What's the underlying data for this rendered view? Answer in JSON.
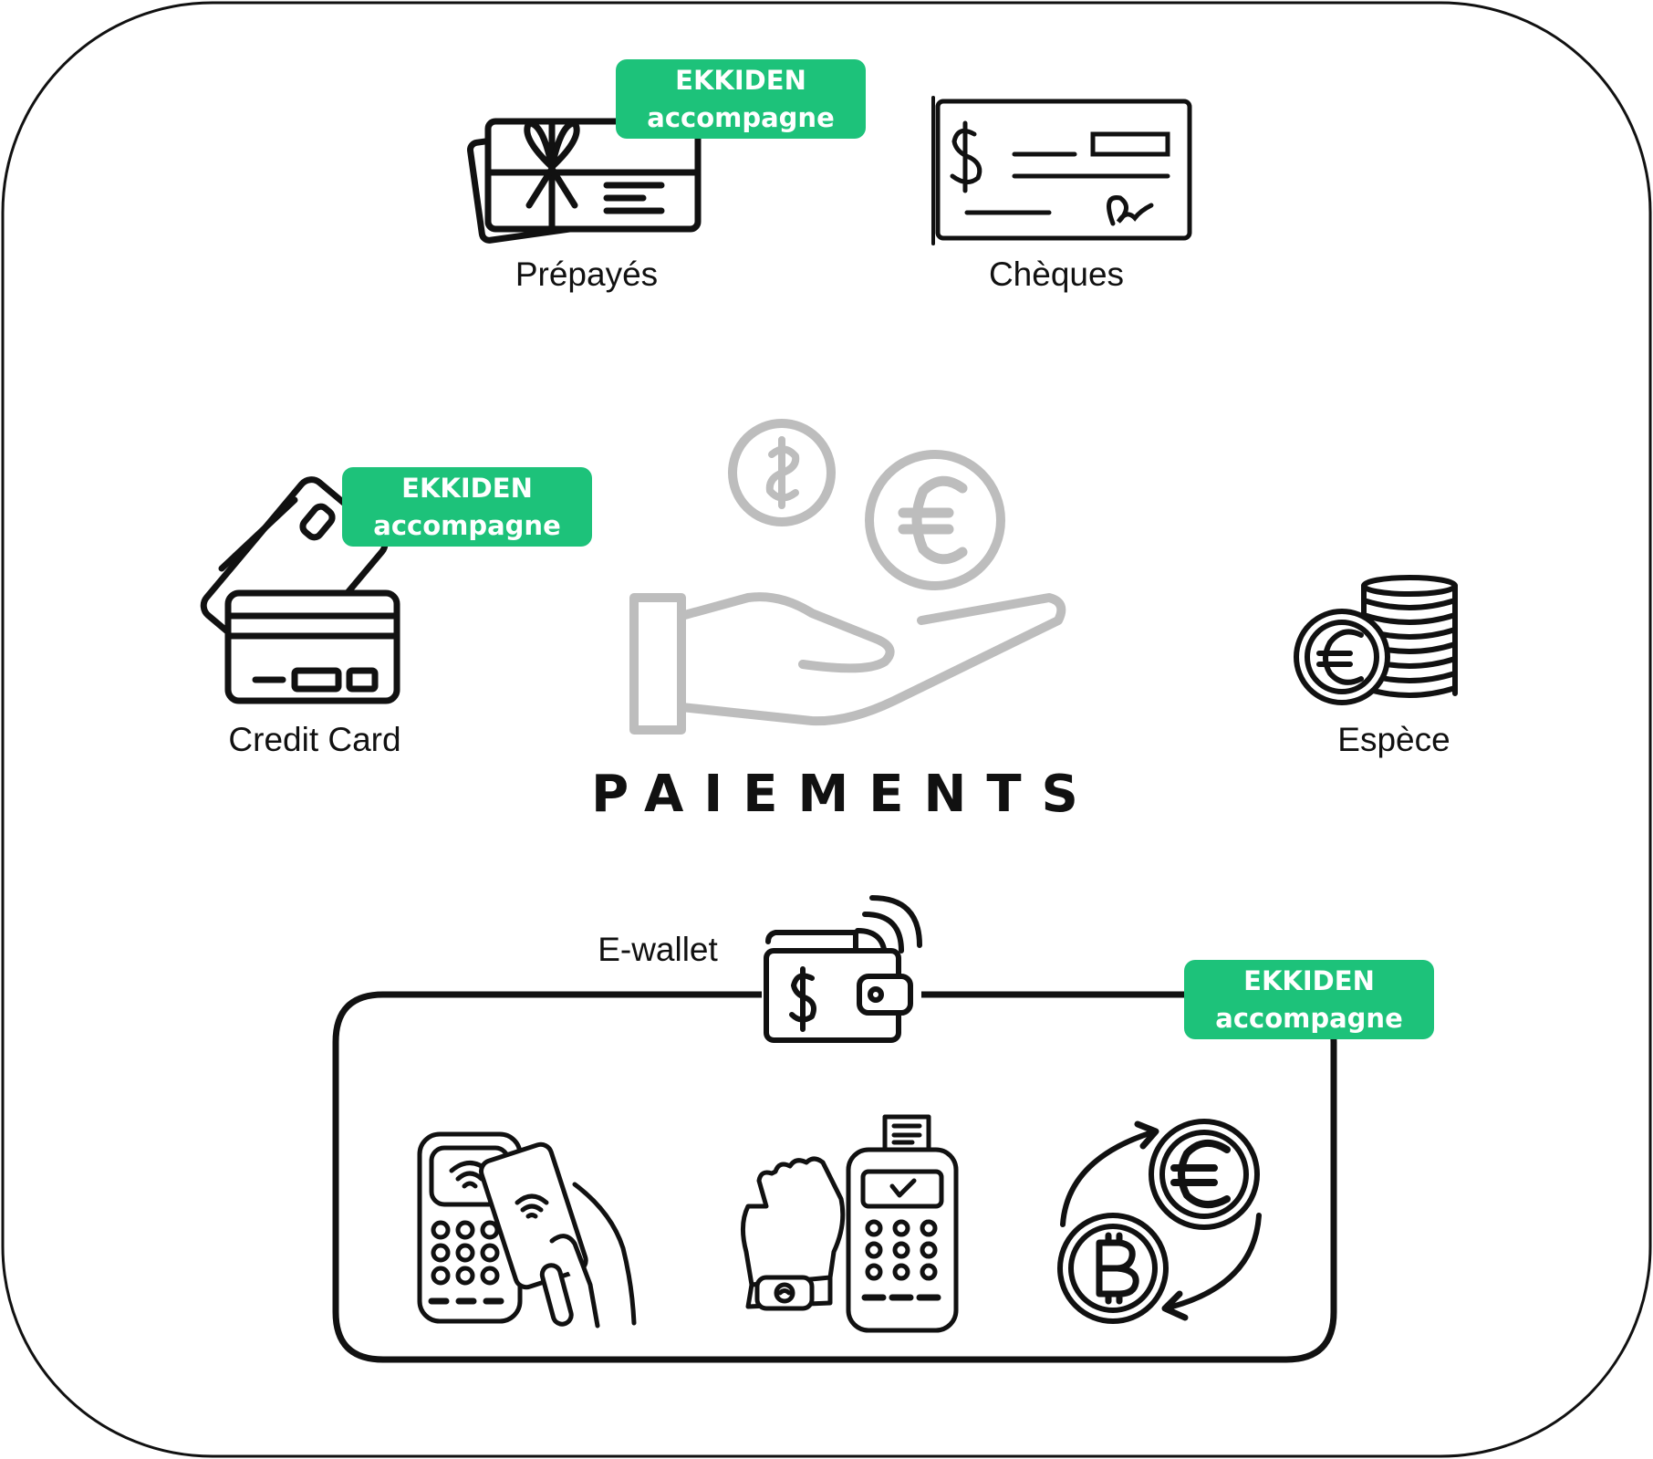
{
  "title": "PAIEMENTS",
  "badge": {
    "line1": "EKKIDEN",
    "line2": "accompagne"
  },
  "methods": {
    "prepayes": "Prépayés",
    "cheques": "Chèques",
    "credit_card": "Credit Card",
    "espece": "Espèce",
    "ewallet": "E-wallet"
  },
  "icons": {
    "center": "hand-coins-icon",
    "prepayes": "gift-card-icon",
    "cheques": "cheque-icon",
    "credit_card": "credit-cards-icon",
    "espece": "euro-coin-stack-icon",
    "ewallet": "contactless-wallet-icon",
    "nfc_phone": "nfc-phone-terminal-icon",
    "watch": "smartwatch-terminal-icon",
    "crypto": "crypto-exchange-icon"
  },
  "colors": {
    "accent": "#1DC27A",
    "line": "#111111",
    "muted": "#BDBDBD"
  }
}
